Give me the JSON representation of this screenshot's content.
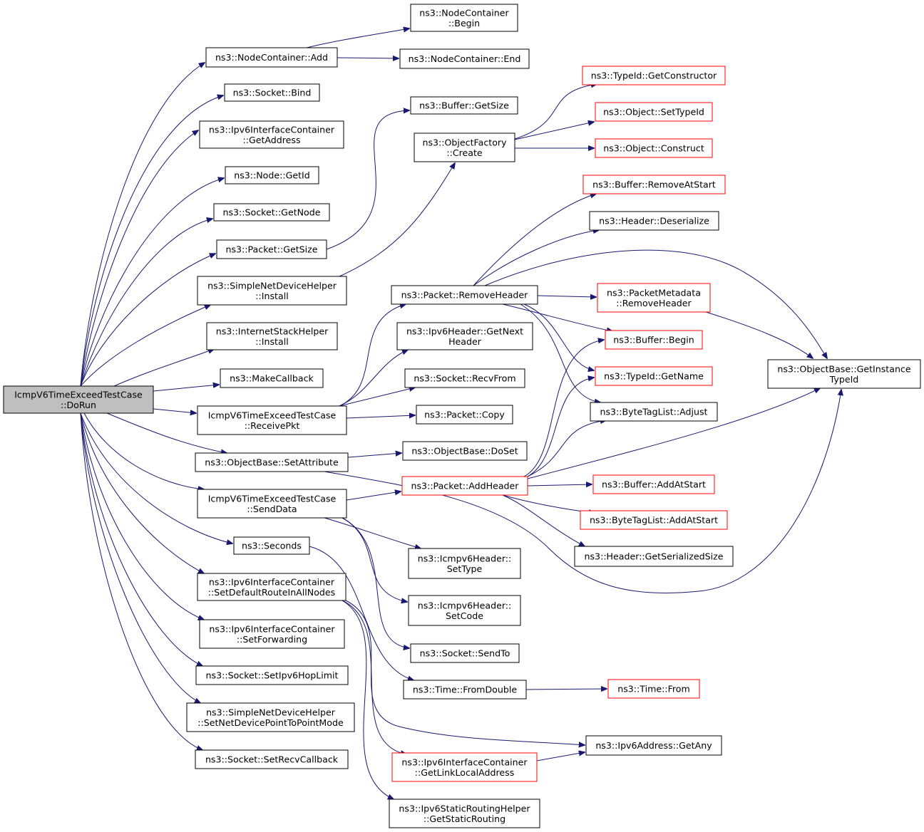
{
  "diagram": {
    "type": "call-graph",
    "colors": {
      "edge": "#191970",
      "root_fill": "#bfbfbf",
      "border_normal": "#000000",
      "border_red": "#ff0000"
    },
    "nodes": [
      {
        "id": "dorun",
        "lines": [
          "IcmpV6TimeExceedTestCase",
          "::DoRun"
        ],
        "style": "root"
      },
      {
        "id": "nc_add",
        "lines": [
          "ns3::NodeContainer::Add"
        ],
        "style": "normal"
      },
      {
        "id": "nc_begin",
        "lines": [
          "ns3::NodeContainer",
          "::Begin"
        ],
        "style": "normal"
      },
      {
        "id": "nc_end",
        "lines": [
          "ns3::NodeContainer::End"
        ],
        "style": "normal"
      },
      {
        "id": "sock_bind",
        "lines": [
          "ns3::Socket::Bind"
        ],
        "style": "normal"
      },
      {
        "id": "ipv6ic_getaddr",
        "lines": [
          "ns3::Ipv6InterfaceContainer",
          "::GetAddress"
        ],
        "style": "normal"
      },
      {
        "id": "node_getid",
        "lines": [
          "ns3::Node::GetId"
        ],
        "style": "normal"
      },
      {
        "id": "sock_getnode",
        "lines": [
          "ns3::Socket::GetNode"
        ],
        "style": "normal"
      },
      {
        "id": "pkt_getsize",
        "lines": [
          "ns3::Packet::GetSize"
        ],
        "style": "normal"
      },
      {
        "id": "buf_getsize",
        "lines": [
          "ns3::Buffer::GetSize"
        ],
        "style": "normal"
      },
      {
        "id": "sndh_install",
        "lines": [
          "ns3::SimpleNetDeviceHelper",
          "::Install"
        ],
        "style": "normal"
      },
      {
        "id": "of_create",
        "lines": [
          "ns3::ObjectFactory",
          "::Create"
        ],
        "style": "normal"
      },
      {
        "id": "tid_getctor",
        "lines": [
          "ns3::TypeId::GetConstructor"
        ],
        "style": "red"
      },
      {
        "id": "obj_settypeid",
        "lines": [
          "ns3::Object::SetTypeId"
        ],
        "style": "red"
      },
      {
        "id": "obj_construct",
        "lines": [
          "ns3::Object::Construct"
        ],
        "style": "red"
      },
      {
        "id": "ish_install",
        "lines": [
          "ns3::InternetStackHelper",
          "::Install"
        ],
        "style": "normal"
      },
      {
        "id": "makecallback",
        "lines": [
          "ns3::MakeCallback"
        ],
        "style": "normal"
      },
      {
        "id": "receivepkt",
        "lines": [
          "IcmpV6TimeExceedTestCase",
          "::ReceivePkt"
        ],
        "style": "normal"
      },
      {
        "id": "pkt_removeheader",
        "lines": [
          "ns3::Packet::RemoveHeader"
        ],
        "style": "normal"
      },
      {
        "id": "ipv6h_getnext",
        "lines": [
          "ns3::Ipv6Header::GetNext",
          "Header"
        ],
        "style": "normal"
      },
      {
        "id": "sock_recvfrom",
        "lines": [
          "ns3::Socket::RecvFrom"
        ],
        "style": "normal"
      },
      {
        "id": "pkt_copy",
        "lines": [
          "ns3::Packet::Copy"
        ],
        "style": "normal"
      },
      {
        "id": "buf_removeatstart",
        "lines": [
          "ns3::Buffer::RemoveAtStart"
        ],
        "style": "red"
      },
      {
        "id": "hdr_deserialize",
        "lines": [
          "ns3::Header::Deserialize"
        ],
        "style": "normal"
      },
      {
        "id": "pm_removeheader",
        "lines": [
          "ns3::PacketMetadata",
          "::RemoveHeader"
        ],
        "style": "red"
      },
      {
        "id": "buf_begin",
        "lines": [
          "ns3::Buffer::Begin"
        ],
        "style": "red"
      },
      {
        "id": "tid_getname",
        "lines": [
          "ns3::TypeId::GetName"
        ],
        "style": "red"
      },
      {
        "id": "btl_adjust",
        "lines": [
          "ns3::ByteTagList::Adjust"
        ],
        "style": "normal"
      },
      {
        "id": "ob_getinstancetypeid",
        "lines": [
          "ns3::ObjectBase::GetInstance",
          "TypeId"
        ],
        "style": "normal"
      },
      {
        "id": "ob_setattribute",
        "lines": [
          "ns3::ObjectBase::SetAttribute"
        ],
        "style": "normal"
      },
      {
        "id": "ob_doset",
        "lines": [
          "ns3::ObjectBase::DoSet"
        ],
        "style": "normal"
      },
      {
        "id": "senddata",
        "lines": [
          "IcmpV6TimeExceedTestCase",
          "::SendData"
        ],
        "style": "normal"
      },
      {
        "id": "pkt_addheader",
        "lines": [
          "ns3::Packet::AddHeader"
        ],
        "style": "red"
      },
      {
        "id": "buf_addatstart",
        "lines": [
          "ns3::Buffer::AddAtStart"
        ],
        "style": "red"
      },
      {
        "id": "btl_addatstart",
        "lines": [
          "ns3::ByteTagList::AddAtStart"
        ],
        "style": "red"
      },
      {
        "id": "hdr_getserializedsize",
        "lines": [
          "ns3::Header::GetSerializedSize"
        ],
        "style": "normal"
      },
      {
        "id": "seconds",
        "lines": [
          "ns3::Seconds"
        ],
        "style": "normal"
      },
      {
        "id": "icmpv6h_settype",
        "lines": [
          "ns3::Icmpv6Header::",
          "SetType"
        ],
        "style": "normal"
      },
      {
        "id": "icmpv6h_setcode",
        "lines": [
          "ns3::Icmpv6Header::",
          "SetCode"
        ],
        "style": "normal"
      },
      {
        "id": "ipv6ic_setdefroute",
        "lines": [
          "ns3::Ipv6InterfaceContainer",
          "::SetDefaultRouteInAllNodes"
        ],
        "style": "normal"
      },
      {
        "id": "sock_sendto",
        "lines": [
          "ns3::Socket::SendTo"
        ],
        "style": "normal"
      },
      {
        "id": "ipv6ic_setfwd",
        "lines": [
          "ns3::Ipv6InterfaceContainer",
          "::SetForwarding"
        ],
        "style": "normal"
      },
      {
        "id": "sock_sethoplimit",
        "lines": [
          "ns3::Socket::SetIpv6HopLimit"
        ],
        "style": "normal"
      },
      {
        "id": "time_fromdouble",
        "lines": [
          "ns3::Time::FromDouble"
        ],
        "style": "normal"
      },
      {
        "id": "time_from",
        "lines": [
          "ns3::Time::From"
        ],
        "style": "red"
      },
      {
        "id": "sndh_setp2p",
        "lines": [
          "ns3::SimpleNetDeviceHelper",
          "::SetNetDevicePointToPointMode"
        ],
        "style": "normal"
      },
      {
        "id": "ipv6addr_getany",
        "lines": [
          "ns3::Ipv6Address::GetAny"
        ],
        "style": "normal"
      },
      {
        "id": "sock_setrecvcb",
        "lines": [
          "ns3::Socket::SetRecvCallback"
        ],
        "style": "normal"
      },
      {
        "id": "ipv6ic_getlinklocal",
        "lines": [
          "ns3::Ipv6InterfaceContainer",
          "::GetLinkLocalAddress"
        ],
        "style": "red"
      },
      {
        "id": "ipv6srh_getstatic",
        "lines": [
          "ns3::Ipv6StaticRoutingHelper",
          "::GetStaticRouting"
        ],
        "style": "normal"
      }
    ],
    "edges": [
      [
        "dorun",
        "nc_add"
      ],
      [
        "dorun",
        "sock_bind"
      ],
      [
        "dorun",
        "ipv6ic_getaddr"
      ],
      [
        "dorun",
        "node_getid"
      ],
      [
        "dorun",
        "sock_getnode"
      ],
      [
        "dorun",
        "pkt_getsize"
      ],
      [
        "dorun",
        "sndh_install"
      ],
      [
        "dorun",
        "ish_install"
      ],
      [
        "dorun",
        "makecallback"
      ],
      [
        "dorun",
        "receivepkt"
      ],
      [
        "dorun",
        "ob_setattribute"
      ],
      [
        "dorun",
        "senddata"
      ],
      [
        "dorun",
        "seconds"
      ],
      [
        "dorun",
        "ipv6ic_setdefroute"
      ],
      [
        "dorun",
        "ipv6ic_setfwd"
      ],
      [
        "dorun",
        "sock_sethoplimit"
      ],
      [
        "dorun",
        "sndh_setp2p"
      ],
      [
        "dorun",
        "sock_setrecvcb"
      ],
      [
        "nc_add",
        "nc_begin"
      ],
      [
        "nc_add",
        "nc_end"
      ],
      [
        "pkt_getsize",
        "buf_getsize"
      ],
      [
        "sndh_install",
        "of_create"
      ],
      [
        "of_create",
        "tid_getctor"
      ],
      [
        "of_create",
        "obj_settypeid"
      ],
      [
        "of_create",
        "obj_construct"
      ],
      [
        "receivepkt",
        "pkt_removeheader"
      ],
      [
        "receivepkt",
        "ipv6h_getnext"
      ],
      [
        "receivepkt",
        "sock_recvfrom"
      ],
      [
        "receivepkt",
        "pkt_copy"
      ],
      [
        "pkt_removeheader",
        "buf_removeatstart"
      ],
      [
        "pkt_removeheader",
        "hdr_deserialize"
      ],
      [
        "pkt_removeheader",
        "ob_getinstancetypeid"
      ],
      [
        "pkt_removeheader",
        "pm_removeheader"
      ],
      [
        "pkt_removeheader",
        "buf_begin"
      ],
      [
        "pkt_removeheader",
        "tid_getname"
      ],
      [
        "pkt_removeheader",
        "btl_adjust"
      ],
      [
        "pm_removeheader",
        "ob_getinstancetypeid"
      ],
      [
        "ob_setattribute",
        "ob_doset"
      ],
      [
        "ob_setattribute",
        "ob_getinstancetypeid"
      ],
      [
        "senddata",
        "pkt_addheader"
      ],
      [
        "senddata",
        "icmpv6h_settype"
      ],
      [
        "senddata",
        "icmpv6h_setcode"
      ],
      [
        "senddata",
        "sock_sendto"
      ],
      [
        "pkt_addheader",
        "buf_begin"
      ],
      [
        "pkt_addheader",
        "tid_getname"
      ],
      [
        "pkt_addheader",
        "btl_adjust"
      ],
      [
        "pkt_addheader",
        "ob_getinstancetypeid"
      ],
      [
        "pkt_addheader",
        "buf_addatstart"
      ],
      [
        "pkt_addheader",
        "btl_addatstart"
      ],
      [
        "pkt_addheader",
        "hdr_getserializedsize"
      ],
      [
        "seconds",
        "time_fromdouble"
      ],
      [
        "time_fromdouble",
        "time_from"
      ],
      [
        "ipv6ic_setdefroute",
        "ipv6addr_getany"
      ],
      [
        "ipv6ic_setdefroute",
        "ipv6ic_getlinklocal"
      ],
      [
        "ipv6ic_setdefroute",
        "ipv6srh_getstatic"
      ],
      [
        "ipv6ic_getlinklocal",
        "ipv6addr_getany"
      ]
    ]
  }
}
